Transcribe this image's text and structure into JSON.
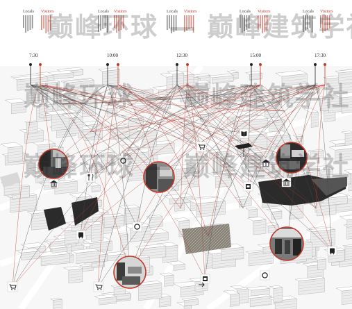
{
  "legend": {
    "locals_label": "Locals",
    "visitors_label": "Visitors"
  },
  "timeline": {
    "times": [
      "7:30",
      "10:00",
      "12:30",
      "15:00",
      "17:30"
    ]
  },
  "watermark": {
    "line1": "巅峰环球 — 巅峰建筑学社",
    "line2": "巅峰环球 — 巅峰建筑学社",
    "line3": "巅峰环球 — 巅峰建筑学社"
  },
  "colors": {
    "locals": "#222222",
    "visitors": "#c0392b",
    "map_fill": "#f4f4f4",
    "dark_block": "#2b2b2b"
  },
  "icons": [
    "shopping-cart-icon",
    "book-icon",
    "cafe-icon",
    "museum-icon",
    "restaurant-icon",
    "bus-icon",
    "lodging-icon",
    "market-icon"
  ]
}
